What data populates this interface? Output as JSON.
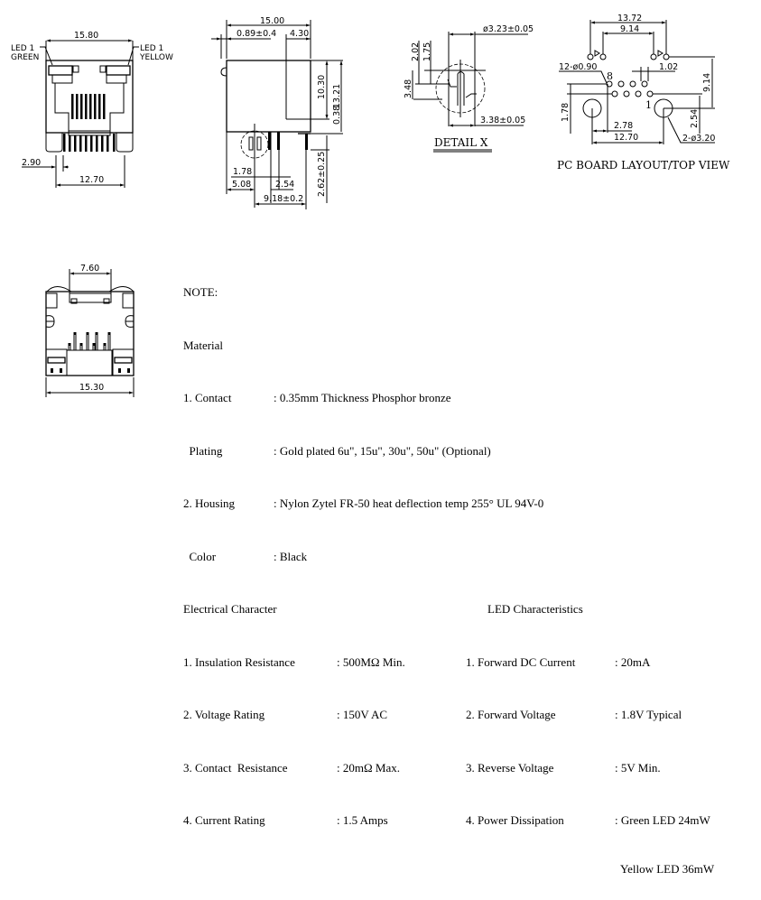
{
  "front_view": {
    "led_left": [
      "LED 1",
      "GREEN"
    ],
    "led_right": [
      "LED 1",
      "YELLOW"
    ],
    "dim_width": "15.80",
    "dim_pin_offset": "2.90",
    "dim_pin_span": "12.70"
  },
  "side_view": {
    "dim_length": "15.00",
    "dim_front": "0.89±0.4",
    "dim_rear": "4.30",
    "dim_height_upper": "10.30",
    "dim_height_total": "13.21",
    "dim_gap": "0.38",
    "dim_pin_len": "2.62±0.25",
    "dim_a": "1.78",
    "dim_b": "5.08",
    "dim_c": "2.54",
    "dim_d": "9.18±0.2"
  },
  "detail_x": {
    "dim_diameter": "ø3.23±0.05",
    "dim_1": "2.02",
    "dim_2": "1.75",
    "dim_3": "3.48",
    "dim_bottom": "3.38±0.05",
    "title": "DETAIL X"
  },
  "pcb_layout": {
    "dim_outer": "13.72",
    "dim_inner": "9.14",
    "dim_holes": "12-ø0.90",
    "dim_pitch": "1.02",
    "dim_vertical": "9.14",
    "pin8": "8",
    "pin1": "1",
    "dim_row": "1.78",
    "dim_offset": "2.78",
    "dim_span": "12.70",
    "dim_post_v": "2.54",
    "dim_posts": "2-ø3.20",
    "title": "PC BOARD LAYOUT/TOP VIEW"
  },
  "bottom_view": {
    "dim_top": "7.60",
    "dim_width": "15.30"
  },
  "notes": {
    "heading": "NOTE:",
    "material_title": "Material",
    "material": [
      {
        "label": "1. Contact",
        "value": ": 0.35mm Thickness Phosphor bronze"
      },
      {
        "label": "  Plating",
        "value": ": Gold plated 6u\", 15u\", 30u\", 50u\" (Optional)"
      },
      {
        "label": "2. Housing",
        "value": ": Nylon Zytel FR-50 heat deflection temp 255° UL 94V-0"
      },
      {
        "label": "  Color",
        "value": ": Black"
      }
    ],
    "electrical_title": "Electrical Character",
    "electrical": [
      {
        "label": "1. Insulation Resistance",
        "value": ": 500MΩ Min."
      },
      {
        "label": "2. Voltage Rating",
        "value": ": 150V AC"
      },
      {
        "label": "3. Contact  Resistance",
        "value": ": 20mΩ Max."
      },
      {
        "label": "4. Current Rating",
        "value": ": 1.5 Amps"
      }
    ],
    "led_title": "LED Characteristics",
    "led": [
      {
        "label": "1. Forward DC Current",
        "value": ": 20mA"
      },
      {
        "label": "2. Forward Voltage",
        "value": ": 1.8V Typical"
      },
      {
        "label": "3. Reverse Voltage",
        "value": ": 5V Min."
      },
      {
        "label": "4. Power Dissipation",
        "value": ": Green LED 24mW"
      },
      {
        "label": "",
        "value": "  Yellow LED 36mW"
      }
    ]
  }
}
